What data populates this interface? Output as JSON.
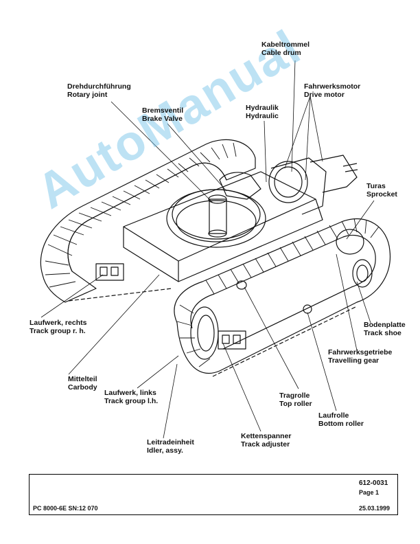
{
  "labels": {
    "cable_drum": {
      "de": "Kabeltrommel",
      "en": "Cable drum"
    },
    "drive_motor": {
      "de": "Fahrwerksmotor",
      "en": "Drive motor"
    },
    "rotary_joint": {
      "de": "Drehdurchführung",
      "en": "Rotary joint"
    },
    "brake_valve": {
      "de": "Bremsventil",
      "en": "Brake Valve"
    },
    "hydraulic": {
      "de": "Hydraulik",
      "en": "Hydraulic"
    },
    "sprocket": {
      "de": "Turas",
      "en": "Sprocket"
    },
    "track_group_rh": {
      "de": "Laufwerk, rechts",
      "en": "Track group r. h."
    },
    "track_shoe": {
      "de": "Bodenplatte",
      "en": "Track shoe"
    },
    "travelling_gear": {
      "de": "Fahrwerksgetriebe",
      "en": "Travelling gear"
    },
    "carbody": {
      "de": "Mittelteil",
      "en": "Carbody"
    },
    "track_group_lh": {
      "de": "Laufwerk, links",
      "en": "Track group l.h."
    },
    "top_roller": {
      "de": "Tragrolle",
      "en": "Top roller"
    },
    "bottom_roller": {
      "de": "Laufrolle",
      "en": "Bottom roller"
    },
    "idler": {
      "de": "Leitradeinheit",
      "en": "Idler, assy."
    },
    "track_adjuster": {
      "de": "Kettenspanner",
      "en": "Track adjuster"
    }
  },
  "watermark": "AutoManual",
  "footer": {
    "part_number": "612-0031",
    "page": "Page 1",
    "model": "PC 8000-6E SN:12 070",
    "date": "25.03.1999"
  }
}
